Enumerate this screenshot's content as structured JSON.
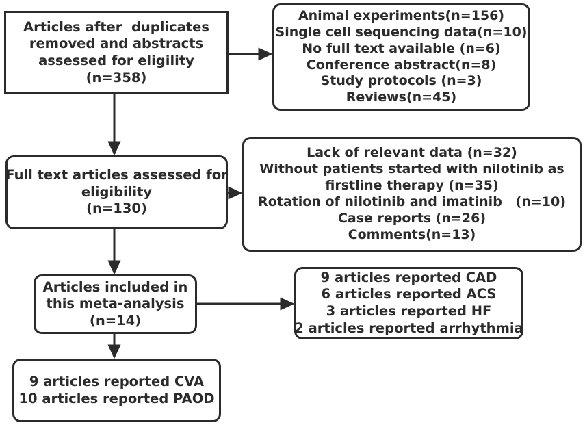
{
  "diagram": {
    "title": "PRISMA study selection flow diagram",
    "stroke_color": "#2b2b2b",
    "background_color": "#ffffff",
    "boxes": {
      "screened": {
        "name": "articles-after-duplicates-removed",
        "lines": [
          "Articles after  duplicates",
          "removed and abstracts",
          "assessed for eligility",
          "(n=358)"
        ],
        "count": 358
      },
      "excluded_1": {
        "name": "first-exclusion-reasons",
        "lines": [
          "Animal experiments(n=156)",
          "Single cell sequencing data(n=10)",
          "No full text available (n=6)",
          "Conference abstract(n=8)",
          "Study protocols (n=3)",
          "Reviews(n=45)"
        ],
        "reasons": [
          {
            "label": "Animal experiments",
            "n": 156
          },
          {
            "label": "Single cell sequencing data",
            "n": 10
          },
          {
            "label": "No full text available",
            "n": 6
          },
          {
            "label": "Conference abstract",
            "n": 8
          },
          {
            "label": "Study protocols",
            "n": 3
          },
          {
            "label": "Reviews",
            "n": 45
          }
        ]
      },
      "fulltext": {
        "name": "full-text-articles-assessed",
        "lines": [
          "Full text articles assessed for",
          "eligibility",
          "(n=130)"
        ],
        "count": 130
      },
      "excluded_2": {
        "name": "second-exclusion-reasons",
        "lines": [
          "Lack of relevant data (n=32)",
          "Without patients started with nilotinib as",
          "firstline therapy (n=35)",
          "Rotation of nilotinib and imatinib   (n=10)",
          "Case reports (n=26)",
          "Comments(n=13)"
        ],
        "reasons": [
          {
            "label": "Lack of relevant data",
            "n": 32
          },
          {
            "label": "Without patients started with nilotinib as firstline therapy",
            "n": 35
          },
          {
            "label": "Rotation of nilotinib and imatinib",
            "n": 10
          },
          {
            "label": "Case reports",
            "n": 26
          },
          {
            "label": "Comments",
            "n": 13
          }
        ]
      },
      "included": {
        "name": "articles-included-in-meta-analysis",
        "lines": [
          "Articles included in",
          "this meta-analysis",
          "(n=14)"
        ],
        "count": 14
      },
      "outcomes_1": {
        "name": "cardiac-outcomes-reported",
        "lines": [
          "9 articles reported CAD",
          "6 articles reported ACS",
          "3 articles reported HF",
          "2 articles reported arrhythmia"
        ],
        "outcomes": [
          {
            "label": "CAD",
            "articles": 9
          },
          {
            "label": "ACS",
            "articles": 6
          },
          {
            "label": "HF",
            "articles": 3
          },
          {
            "label": "arrhythmia",
            "articles": 2
          }
        ]
      },
      "outcomes_2": {
        "name": "vascular-outcomes-reported",
        "lines": [
          "9 articles reported CVA",
          "10 articles reported PAOD"
        ],
        "outcomes": [
          {
            "label": "CVA",
            "articles": 9
          },
          {
            "label": "PAOD",
            "articles": 10
          }
        ]
      }
    },
    "connectors": [
      {
        "name": "arrow-screened-to-excluded-1",
        "from": "screened",
        "to": "excluded_1",
        "direction": "right"
      },
      {
        "name": "arrow-screened-to-fulltext",
        "from": "screened",
        "to": "fulltext",
        "direction": "down"
      },
      {
        "name": "arrow-fulltext-to-excluded-2",
        "from": "fulltext",
        "to": "excluded_2",
        "direction": "right"
      },
      {
        "name": "arrow-fulltext-to-included",
        "from": "fulltext",
        "to": "included",
        "direction": "down"
      },
      {
        "name": "arrow-included-to-outcomes-1",
        "from": "included",
        "to": "outcomes_1",
        "direction": "right"
      },
      {
        "name": "arrow-included-to-outcomes-2",
        "from": "included",
        "to": "outcomes_2",
        "direction": "down"
      }
    ]
  }
}
